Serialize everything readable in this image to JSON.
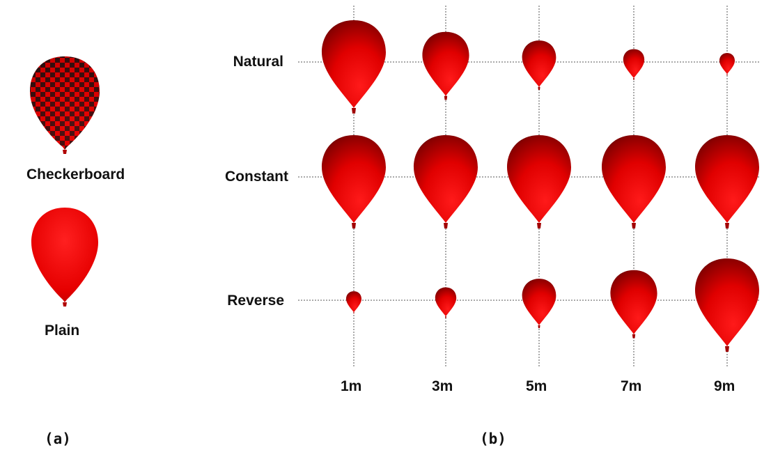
{
  "panel_a": {
    "label": "(a)",
    "checkerboard": {
      "caption": "Checkerboard",
      "texture": "checkerboard",
      "colors": [
        "#e00000",
        "#111111"
      ]
    },
    "plain": {
      "caption": "Plain",
      "texture": "plain",
      "color": "#e80000"
    }
  },
  "panel_b": {
    "label": "(b)",
    "rows": [
      {
        "label": "Natural",
        "scales": [
          1.0,
          0.73,
          0.53,
          0.33,
          0.24
        ]
      },
      {
        "label": "Constant",
        "scales": [
          1.0,
          1.0,
          1.0,
          1.0,
          1.0
        ]
      },
      {
        "label": "Reverse",
        "scales": [
          0.24,
          0.33,
          0.53,
          0.73,
          1.0
        ]
      }
    ],
    "columns": [
      "1m",
      "3m",
      "5m",
      "7m",
      "9m"
    ],
    "balloon_color": "#e00000"
  }
}
